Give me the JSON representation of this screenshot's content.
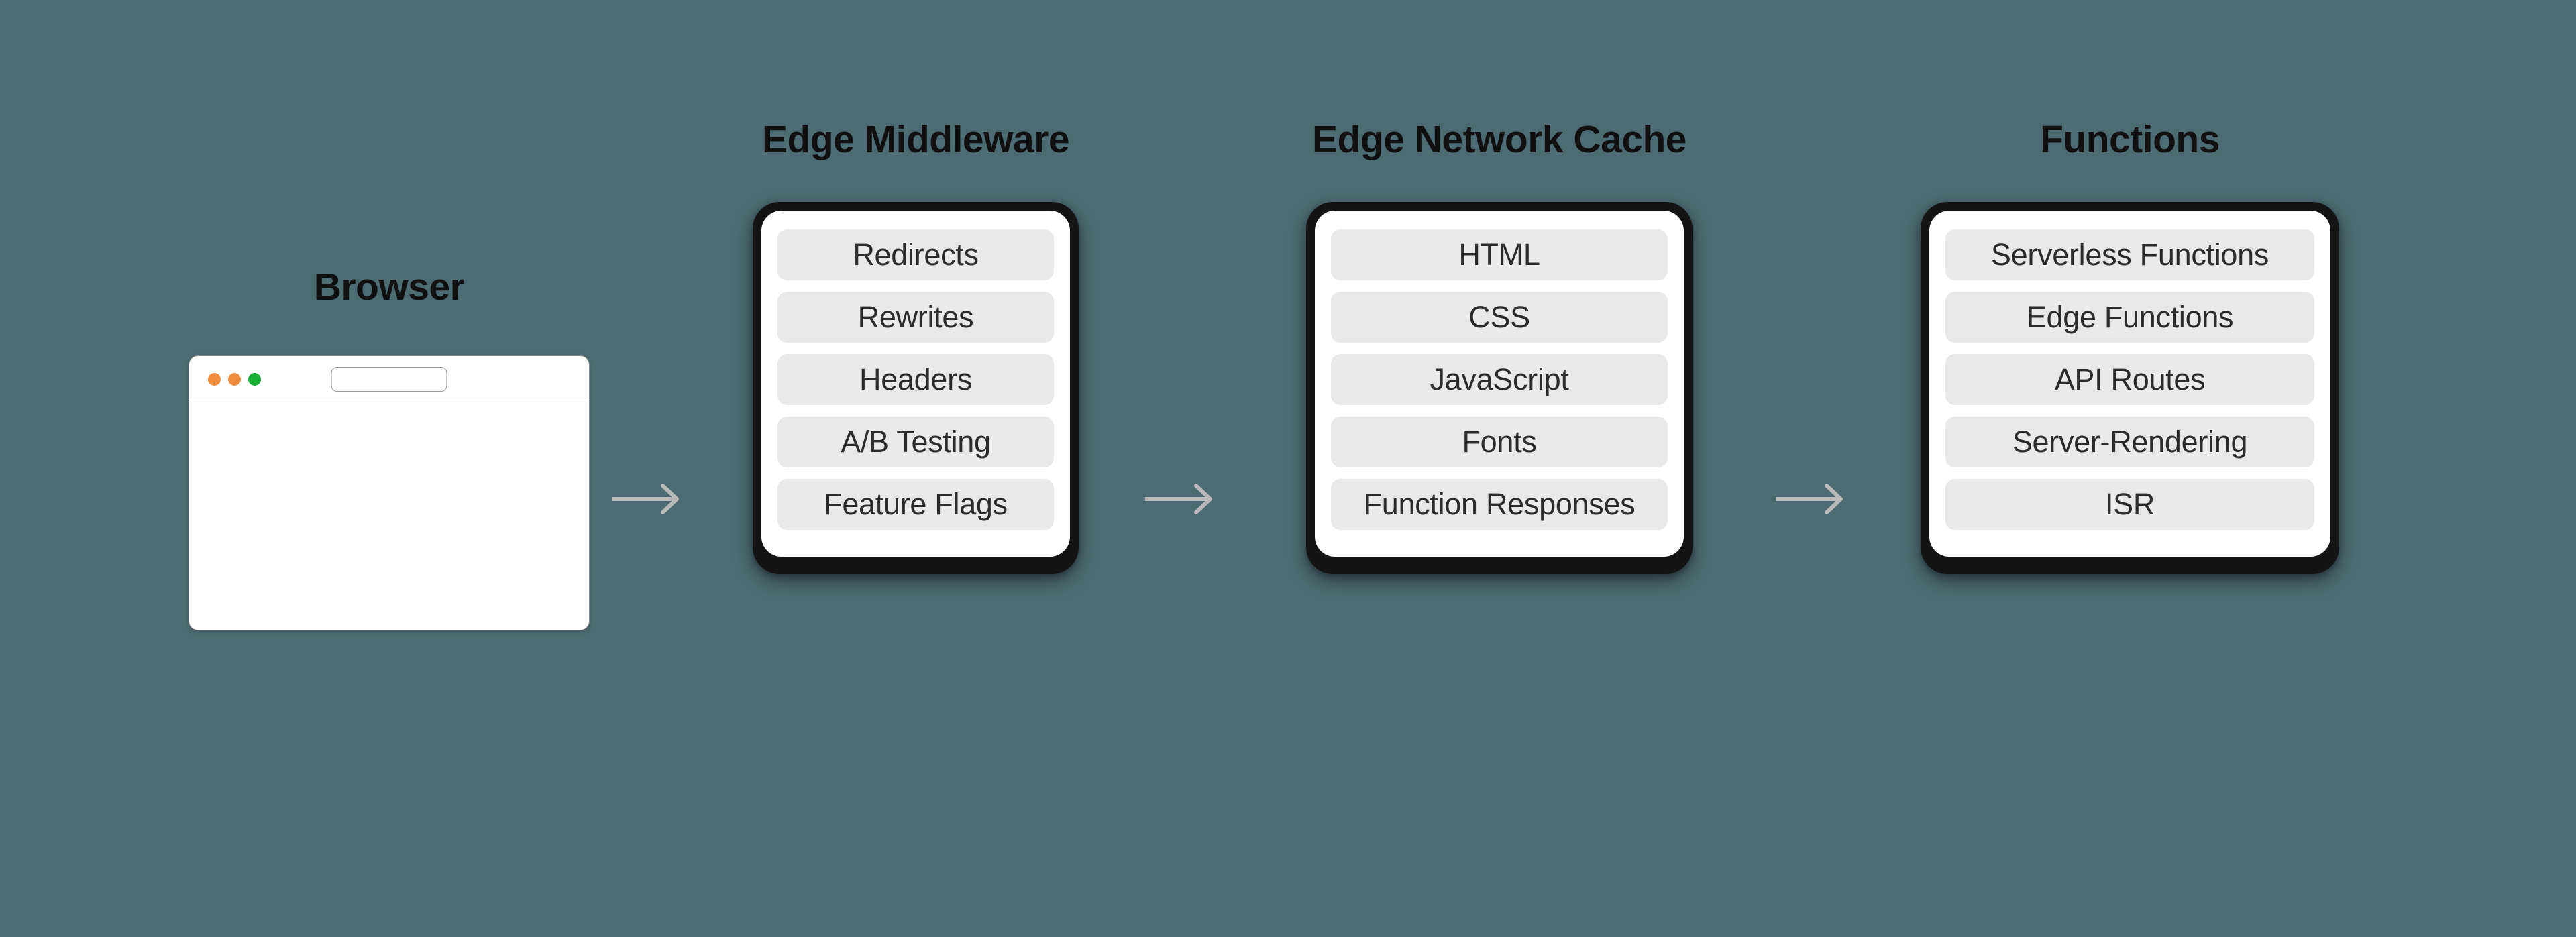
{
  "background_color": "#4d6b73",
  "pill_color": "#e9e9e9",
  "device_frame_color": "#141414",
  "arrow_color": "#b9b9b9",
  "browser": {
    "title": "Browser",
    "traffic_lights": [
      {
        "name": "close-dot",
        "color": "#f08d3f"
      },
      {
        "name": "minimize-dot",
        "color": "#f08d3f"
      },
      {
        "name": "maximize-dot",
        "color": "#19b035"
      }
    ],
    "url_value": "",
    "url_placeholder": ""
  },
  "flow": {
    "arrows": [
      {
        "name": "arrow-browser-to-middleware",
        "direction": "right"
      },
      {
        "name": "arrow-middleware-to-cache",
        "direction": "right"
      },
      {
        "name": "arrow-cache-to-functions",
        "direction": "right"
      }
    ]
  },
  "stages": [
    {
      "id": "edge-middleware",
      "title": "Edge Middleware",
      "items": [
        "Redirects",
        "Rewrites",
        "Headers",
        "A/B Testing",
        "Feature Flags"
      ]
    },
    {
      "id": "edge-network-cache",
      "title": "Edge Network Cache",
      "items": [
        "HTML",
        "CSS",
        "JavaScript",
        "Fonts",
        "Function Responses"
      ]
    },
    {
      "id": "functions",
      "title": "Functions",
      "items": [
        "Serverless Functions",
        "Edge Functions",
        "API Routes",
        "Server-Rendering",
        "ISR"
      ]
    }
  ]
}
